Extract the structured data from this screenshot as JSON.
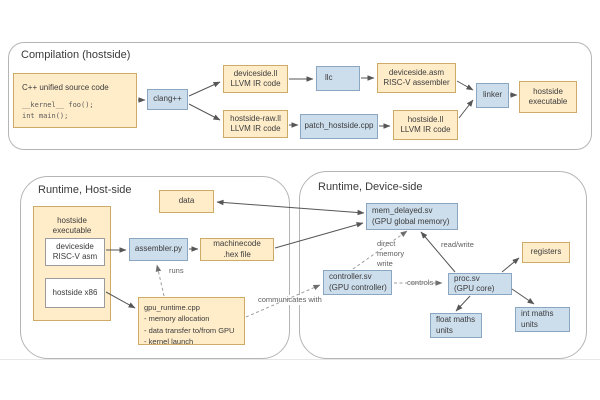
{
  "containers": {
    "compilation": {
      "title": "Compilation (hostside)"
    },
    "runtime_host": {
      "title": "Runtime, Host-side"
    },
    "runtime_device": {
      "title": "Runtime, Device-side"
    }
  },
  "colors": {
    "artifact_fill": "#ffedca",
    "artifact_border": "#cdaa66",
    "tool_fill": "#ccddec",
    "tool_border": "#8ba6c1",
    "container_border": "#b5b5b5",
    "arrow_solid": "#565656",
    "arrow_dashed": "#9e9e9e"
  },
  "nodes": {
    "cpp_source": {
      "title": "C++ unified source code",
      "code": "__kernel__ foo();\nint main();"
    },
    "clang": {
      "label": "clang++"
    },
    "deviceside_ll": {
      "label": "deviceside.ll\nLLVM IR code"
    },
    "llc": {
      "label": "llc"
    },
    "deviceside_asm": {
      "label": "deviceside.asm\nRISC-V assembler"
    },
    "hostside_raw_ll": {
      "label": "hostside-raw.ll\nLLVM IR code"
    },
    "patch_hostside": {
      "label": "patch_hostside.cpp"
    },
    "hostside_ll": {
      "label": "hostside.ll\nLLVM IR code"
    },
    "linker": {
      "label": "linker"
    },
    "hostside_executable_top": {
      "label": "hostside\nexecutable"
    },
    "data": {
      "label": "data"
    },
    "hostside_executable_rt": {
      "label": "hostside\nexecutable"
    },
    "deviceside_riscv_asm": {
      "label": "deviceside\nRISC-V asm"
    },
    "hostside_x86": {
      "label": "hostside x86"
    },
    "assembler_py": {
      "label": "assembler.py"
    },
    "machinecode_hex": {
      "label": "machinecode\n.hex file"
    },
    "gpu_runtime": {
      "label": "gpu_runtime.cpp\n- memory allocation\n- data transfer to/from GPU\n- kernel launch"
    },
    "mem_delayed": {
      "label": "mem_delayed.sv\n(GPU global memory)"
    },
    "registers": {
      "label": "registers"
    },
    "controller": {
      "label": "controller.sv\n(GPU controller)"
    },
    "proc": {
      "label": "proc.sv\n(GPU core)"
    },
    "float_units": {
      "label": "float maths\nunits"
    },
    "int_units": {
      "label": "int maths\nunits"
    }
  },
  "edges": [
    {
      "from": "cpp_source",
      "to": "clang",
      "style": "solid"
    },
    {
      "from": "clang",
      "to": "deviceside_ll",
      "style": "solid"
    },
    {
      "from": "clang",
      "to": "hostside_raw_ll",
      "style": "solid"
    },
    {
      "from": "deviceside_ll",
      "to": "llc",
      "style": "solid"
    },
    {
      "from": "llc",
      "to": "deviceside_asm",
      "style": "solid"
    },
    {
      "from": "deviceside_asm",
      "to": "linker",
      "style": "solid"
    },
    {
      "from": "hostside_raw_ll",
      "to": "patch_hostside",
      "style": "solid"
    },
    {
      "from": "patch_hostside",
      "to": "hostside_ll",
      "style": "solid"
    },
    {
      "from": "hostside_ll",
      "to": "linker",
      "style": "solid"
    },
    {
      "from": "linker",
      "to": "hostside_executable_top",
      "style": "solid"
    },
    {
      "from": "deviceside_riscv_asm",
      "to": "assembler_py",
      "style": "solid"
    },
    {
      "from": "assembler_py",
      "to": "machinecode_hex",
      "style": "solid"
    },
    {
      "from": "hostside_x86",
      "to": "gpu_runtime",
      "style": "solid"
    },
    {
      "from": "gpu_runtime",
      "to": "assembler_py",
      "style": "dashed",
      "label": "runs"
    },
    {
      "from": "gpu_runtime",
      "to": "controller",
      "style": "dashed",
      "label": "communicates with"
    },
    {
      "from": "mem_delayed",
      "to": "data",
      "style": "solid",
      "bidirectional": true
    },
    {
      "from": "machinecode_hex",
      "to": "mem_delayed",
      "style": "solid"
    },
    {
      "from": "controller",
      "to": "mem_delayed",
      "style": "dashed",
      "label": "direct\nmemory\nwrite"
    },
    {
      "from": "proc",
      "to": "mem_delayed",
      "style": "solid",
      "label": "read/write"
    },
    {
      "from": "controller",
      "to": "proc",
      "style": "dashed",
      "label": "controls"
    },
    {
      "from": "proc",
      "to": "float_units",
      "style": "solid"
    },
    {
      "from": "proc",
      "to": "int_units",
      "style": "solid"
    },
    {
      "from": "proc",
      "to": "registers",
      "style": "solid"
    }
  ]
}
